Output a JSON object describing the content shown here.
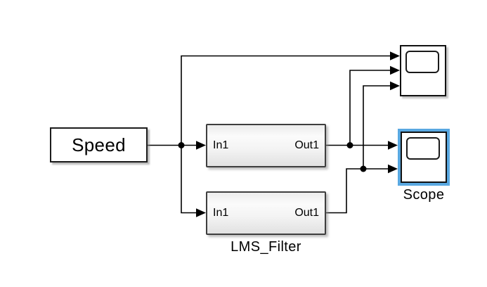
{
  "diagram": {
    "type": "simulink-block-diagram",
    "blocks": {
      "speed": {
        "label": "Speed"
      },
      "filter_top": {
        "in_port": "In1",
        "out_port": "Out1"
      },
      "filter_bottom": {
        "in_port": "In1",
        "out_port": "Out1",
        "name": "LMS_Filter"
      },
      "scope_top": {
        "inputs": 3
      },
      "scope_bottom": {
        "name": "Scope",
        "inputs": 2,
        "selected": true
      }
    },
    "connections": [
      "Speed -> filter_top.In1",
      "Speed -> filter_bottom.In1",
      "Speed -> scope_top.input1",
      "filter_top.Out1 -> scope_top.input2",
      "filter_top.Out1 -> scope_bottom.input1",
      "filter_bottom.Out1 -> scope_top.input3",
      "filter_bottom.Out1 -> scope_bottom.input2"
    ],
    "colors": {
      "selection_highlight": "#59A8E1",
      "wire": "#000000",
      "block_border": "#1c1c1c",
      "canvas_background": "#ffffff"
    }
  }
}
